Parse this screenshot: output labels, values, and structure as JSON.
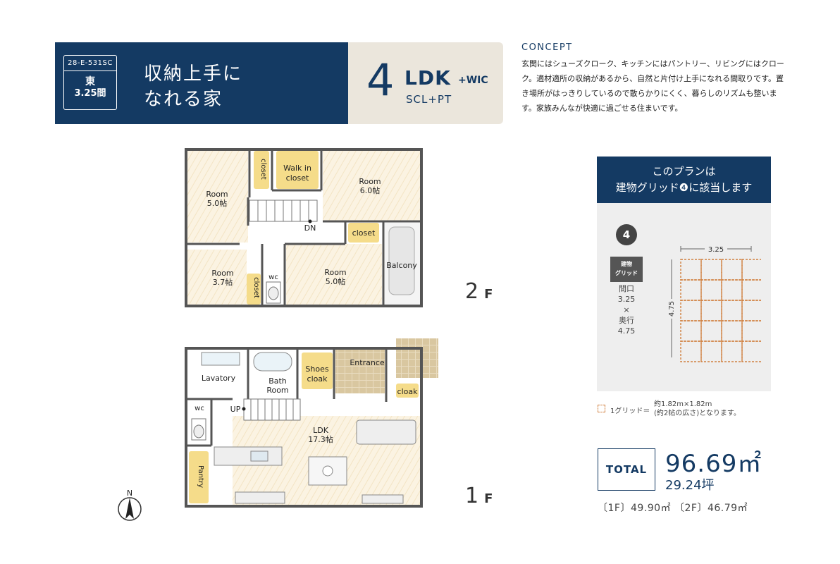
{
  "header": {
    "code": "28-E-531SC",
    "direction": "東",
    "width": "3.25間",
    "title_line1": "収納上手に",
    "title_line2": "なれる家",
    "layout_number": "4",
    "layout_type": "LDK",
    "layout_plus": "+WIC",
    "layout_extra": "SCL+PT"
  },
  "concept": {
    "title": "CONCEPT",
    "text": "玄関にはシューズクローク、キッチンにはパントリー、リビングにはクローク。適材適所の収納があるから、自然と片付け上手になれる間取りです。置き場所がはっきりしているので散らかりにくく、暮らしのリズムも整います。家族みんなが快適に過ごせる住まいです。"
  },
  "grid_card": {
    "heading_line1": "このプランは",
    "heading_line2": "建物グリッド❹に該当します",
    "number": "4",
    "label_line1": "建物",
    "label_line2": "グリッド",
    "frontage_label": "間口",
    "frontage": "3.25",
    "times": "×",
    "depth_label": "奥行",
    "depth": "4.75",
    "top_dim": "3.25",
    "side_dim": "4.75",
    "grid_color": "#d08040"
  },
  "legend": {
    "grid_label": "1グリッド＝",
    "grid_size": "約1.82m×1.82m",
    "grid_note": "(約2帖の広さ)となります。"
  },
  "totals": {
    "label": "TOTAL",
    "area": "96.69㎡",
    "tsubo": "29.24坪",
    "floor_areas": "〔1F〕49.90㎡ 〔2F〕46.79㎡"
  },
  "floor2": {
    "tag": "2",
    "tag_suffix": "F",
    "rooms": {
      "room_nw": "Room",
      "room_nw_size": "5.0帖",
      "closet_a": "closet",
      "wic_line1": "Walk in",
      "wic_line2": "closet",
      "room_ne": "Room",
      "room_ne_size": "6.0帖",
      "dn": "DN",
      "closet_b": "closet",
      "room_sw": "Room",
      "room_sw_size": "3.7帖",
      "closet_c": "closet",
      "wc": "wc",
      "room_se": "Room",
      "room_se_size": "5.0帖",
      "balcony": "Balcony"
    }
  },
  "floor1": {
    "tag": "1",
    "tag_suffix": "F",
    "rooms": {
      "lavatory": "Lavatory",
      "bath_line1": "Bath",
      "bath_line2": "Room",
      "shoes_line1": "Shoes",
      "shoes_line2": "cloak",
      "entrance": "Entrance",
      "cloak": "cloak",
      "wc": "wc",
      "up": "UP",
      "ldk": "LDK",
      "ldk_size": "17.3帖",
      "pantry": "Pantry"
    }
  },
  "compass": {
    "north": "N"
  }
}
